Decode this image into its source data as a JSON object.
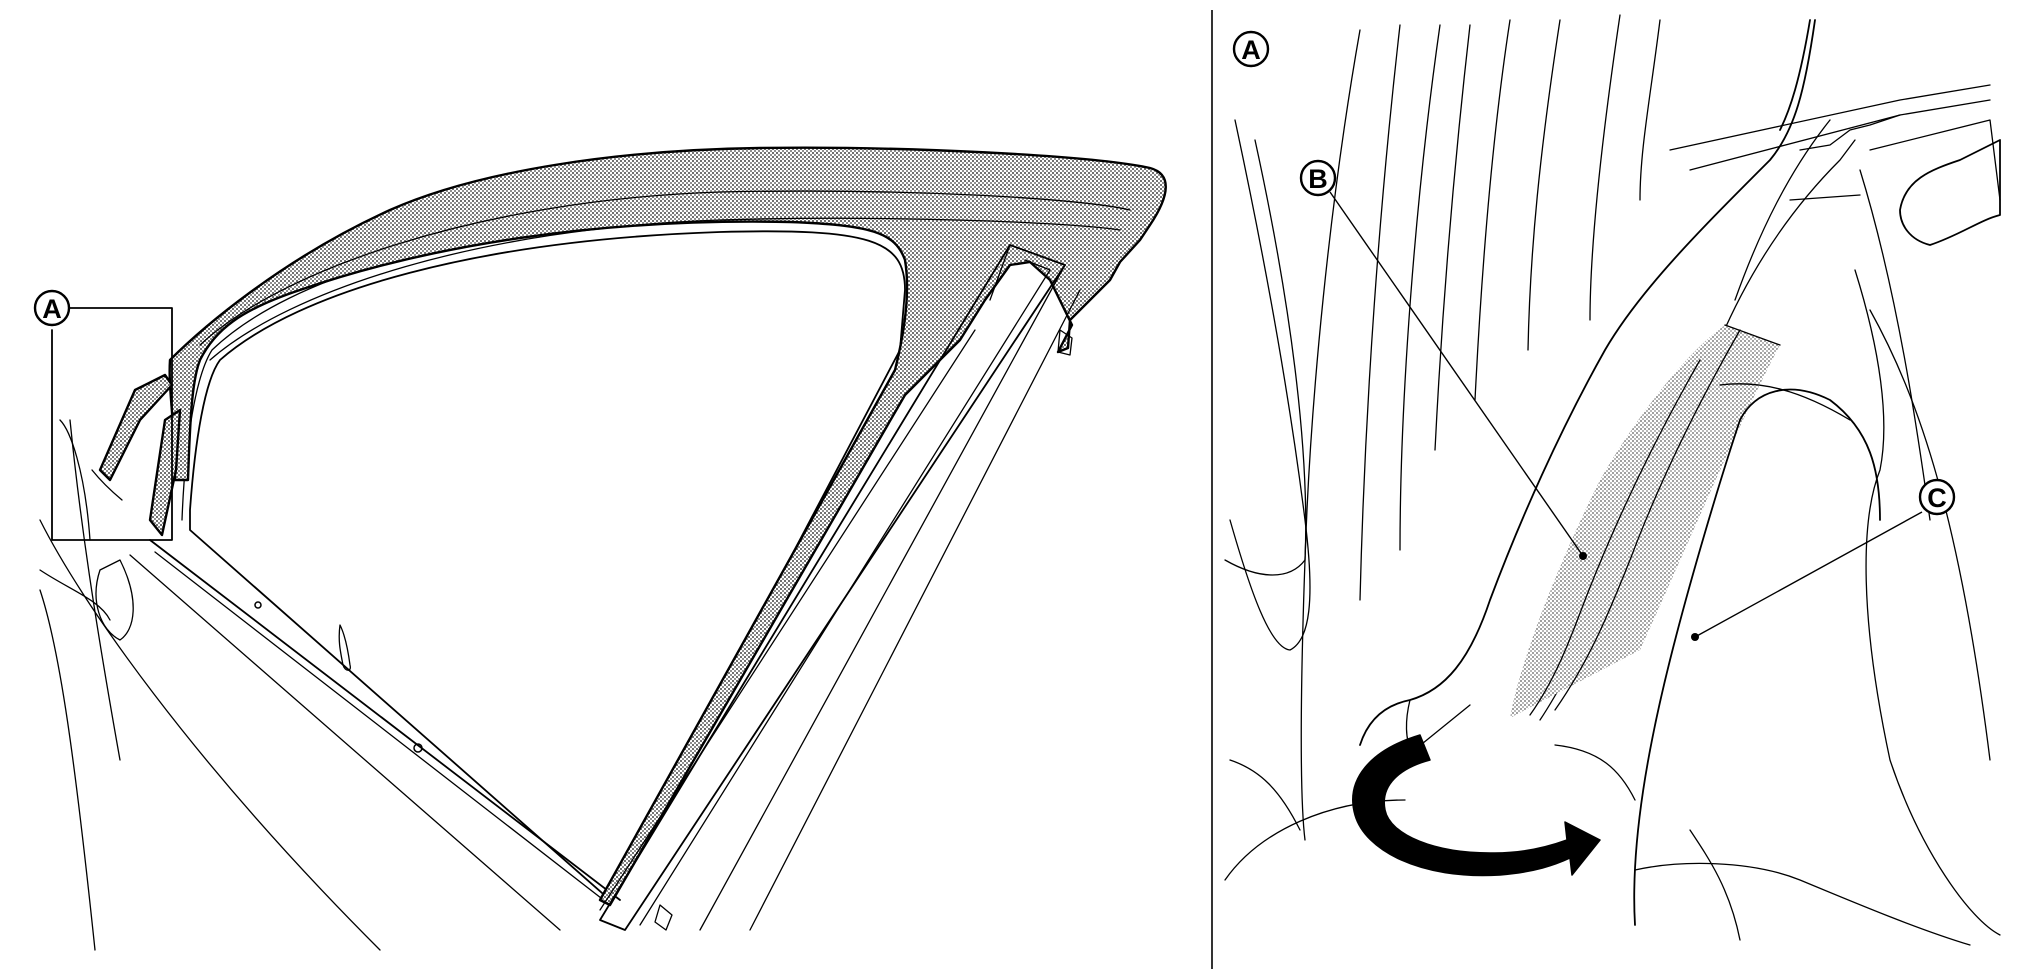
{
  "figure": {
    "overview_callout": "A",
    "detail_panel_callout": "A",
    "part_callouts": [
      "B",
      "C"
    ]
  },
  "icons": {
    "rotation_arrow": "curved-arrow-icon"
  },
  "colors": {
    "line": "#000000",
    "background": "#ffffff",
    "shading": "#8a8a8a"
  }
}
